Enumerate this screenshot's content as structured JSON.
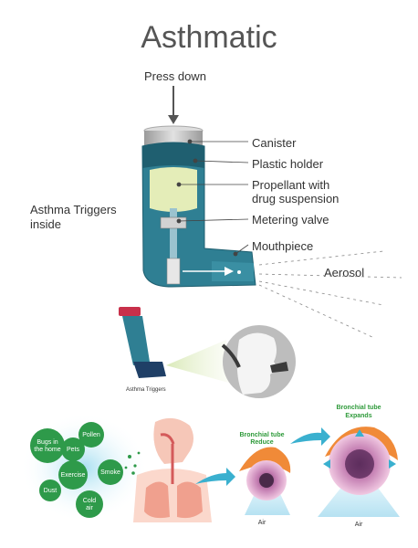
{
  "title": "Asthmatic",
  "press_down": "Press down",
  "labels": {
    "canister": "Canister",
    "plastic_holder": "Plastic holder",
    "propellant_line1": "Propellant with",
    "propellant_line2": "drug suspension",
    "metering_valve": "Metering valve",
    "mouthpiece": "Mouthpiece",
    "aerosol": "Aerosol"
  },
  "triggers_line1": "Asthma Triggers",
  "triggers_line2": "inside",
  "small_caption": "Asthma Triggers",
  "bubbles": {
    "bugs1": "Bugs in",
    "bugs2": "the home",
    "pollen": "Pollen",
    "pets": "Pets",
    "exercise": "Exercise",
    "smoke": "Smoke",
    "dust": "Dust",
    "cold1": "Cold",
    "cold2": "air"
  },
  "bronchial_reduce1": "Bronchial tube",
  "bronchial_reduce2": "Reduce",
  "bronchial_expand1": "Bronchial tube",
  "bronchial_expand2": "Expands",
  "air_left": "Air",
  "air_right": "Air",
  "colors": {
    "teal": "#2f7f93",
    "teal_dark": "#1f5f70",
    "canister_grey": "#c8c8c8",
    "drug_yellow": "#e4edb8",
    "bubble_green": "#2e9a4a",
    "label_green": "#2e9a3a",
    "arrow_blue": "#3ab0cf"
  }
}
